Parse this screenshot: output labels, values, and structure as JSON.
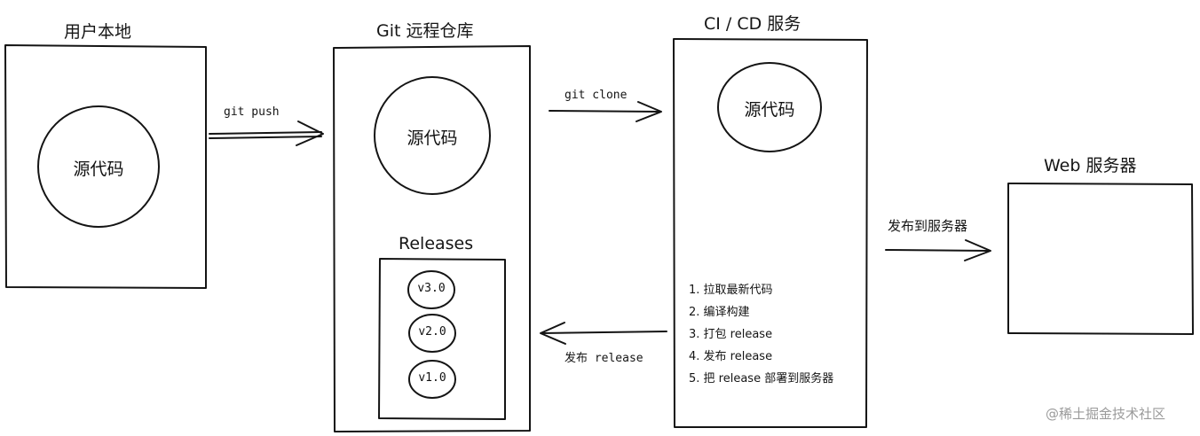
{
  "local": {
    "title": "用户本地",
    "circle": "源代码"
  },
  "git": {
    "title": "Git 远程仓库",
    "circle": "源代码",
    "releases_title": "Releases",
    "versions": [
      "v3.0",
      "v2.0",
      "v1.0"
    ]
  },
  "ci": {
    "title": "CI / CD 服务",
    "circle": "源代码",
    "steps": [
      "1. 拉取最新代码",
      "2. 编译构建",
      "3. 打包 release",
      "4. 发布 release",
      "5. 把 release 部署到服务器"
    ]
  },
  "web": {
    "title": "Web 服务器"
  },
  "arrows": {
    "push": "git push",
    "clone": "git clone",
    "publish": "发布 release",
    "deploy": "发布到服务器"
  },
  "watermark": "@稀土掘金技术社区"
}
